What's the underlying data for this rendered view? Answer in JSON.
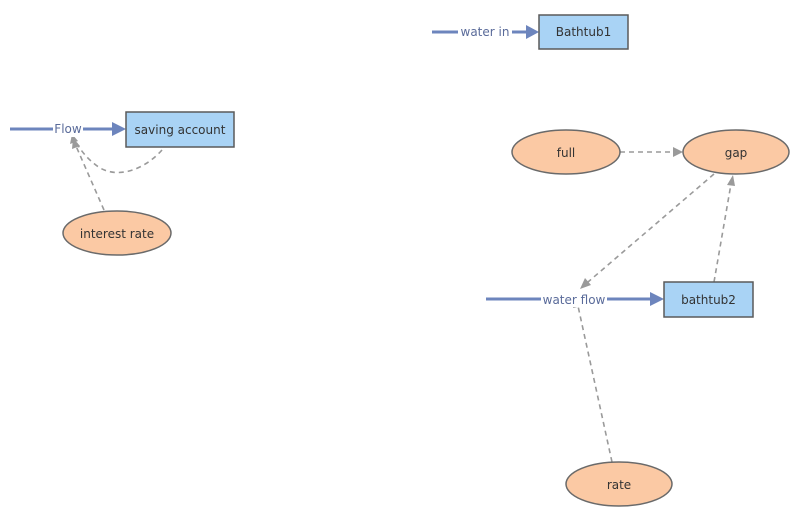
{
  "stocks": {
    "bathtub1": "Bathtub1",
    "saving_account": "saving account",
    "bathtub2": "bathtub2"
  },
  "flows": {
    "water_in": "water in",
    "flow": "Flow",
    "water_flow": "water flow"
  },
  "auxiliaries": {
    "interest_rate": "interest rate",
    "full": "full",
    "gap": "gap",
    "rate": "rate"
  },
  "colors": {
    "stock_fill": "#a9d3f5",
    "auxiliary_fill": "#fbc9a4",
    "flow_pipe": "#6d85bd",
    "link": "#9a9a9a"
  }
}
